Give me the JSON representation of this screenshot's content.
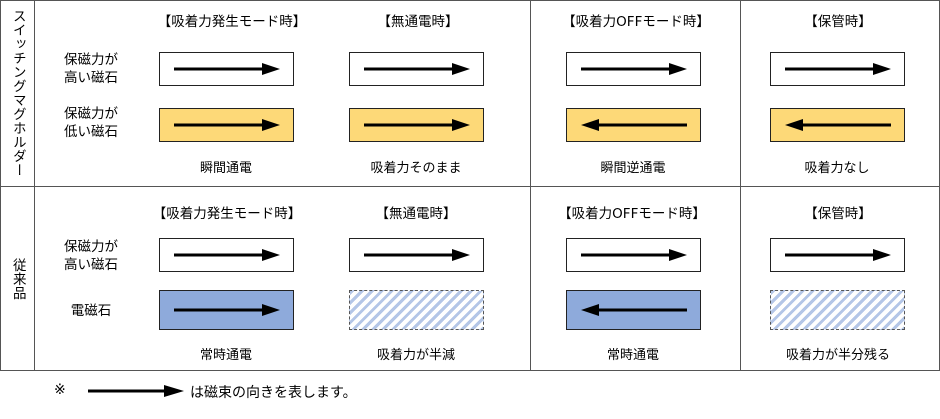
{
  "side_labels": {
    "switching": "スイッチングマグホルダー",
    "conventional": "従来品"
  },
  "row_labels": {
    "high_magnet_line1": "保磁力が",
    "high_magnet_line2": "高い磁石",
    "low_magnet_line1": "保磁力が",
    "low_magnet_line2": "低い磁石",
    "electromagnet": "電磁石"
  },
  "switching": {
    "columns": [
      {
        "header": "【吸着力発生モード時】",
        "top_arrow": "right",
        "bottom_arrow": "right",
        "caption": "瞬間通電"
      },
      {
        "header": "【無通電時】",
        "top_arrow": "right",
        "bottom_arrow": "right",
        "caption": "吸着力そのまま"
      },
      {
        "header": "【吸着力OFFモード時】",
        "top_arrow": "right",
        "bottom_arrow": "left",
        "caption": "瞬間逆通電"
      },
      {
        "header": "【保管時】",
        "top_arrow": "right",
        "bottom_arrow": "left",
        "caption": "吸着力なし"
      }
    ]
  },
  "conventional": {
    "columns": [
      {
        "header": "【吸着力発生モード時】",
        "top_arrow": "right",
        "bottom_arrow": "right",
        "caption": "常時通電"
      },
      {
        "header": "【無通電時】",
        "top_arrow": "right",
        "bottom_arrow": "none",
        "caption": "吸着力が半減"
      },
      {
        "header": "【吸着力OFFモード時】",
        "top_arrow": "right",
        "bottom_arrow": "left",
        "caption": "常時通電"
      },
      {
        "header": "【保管時】",
        "top_arrow": "right",
        "bottom_arrow": "none",
        "caption": "吸着力が半分残る"
      }
    ]
  },
  "legend": {
    "mark": "※",
    "text": "は磁束の向きを表します。"
  },
  "colors": {
    "low_magnet_fill": "#fdd978",
    "electromagnet_fill": "#8eaadb",
    "hatch": "#b4c6e7",
    "border": "#555555"
  }
}
